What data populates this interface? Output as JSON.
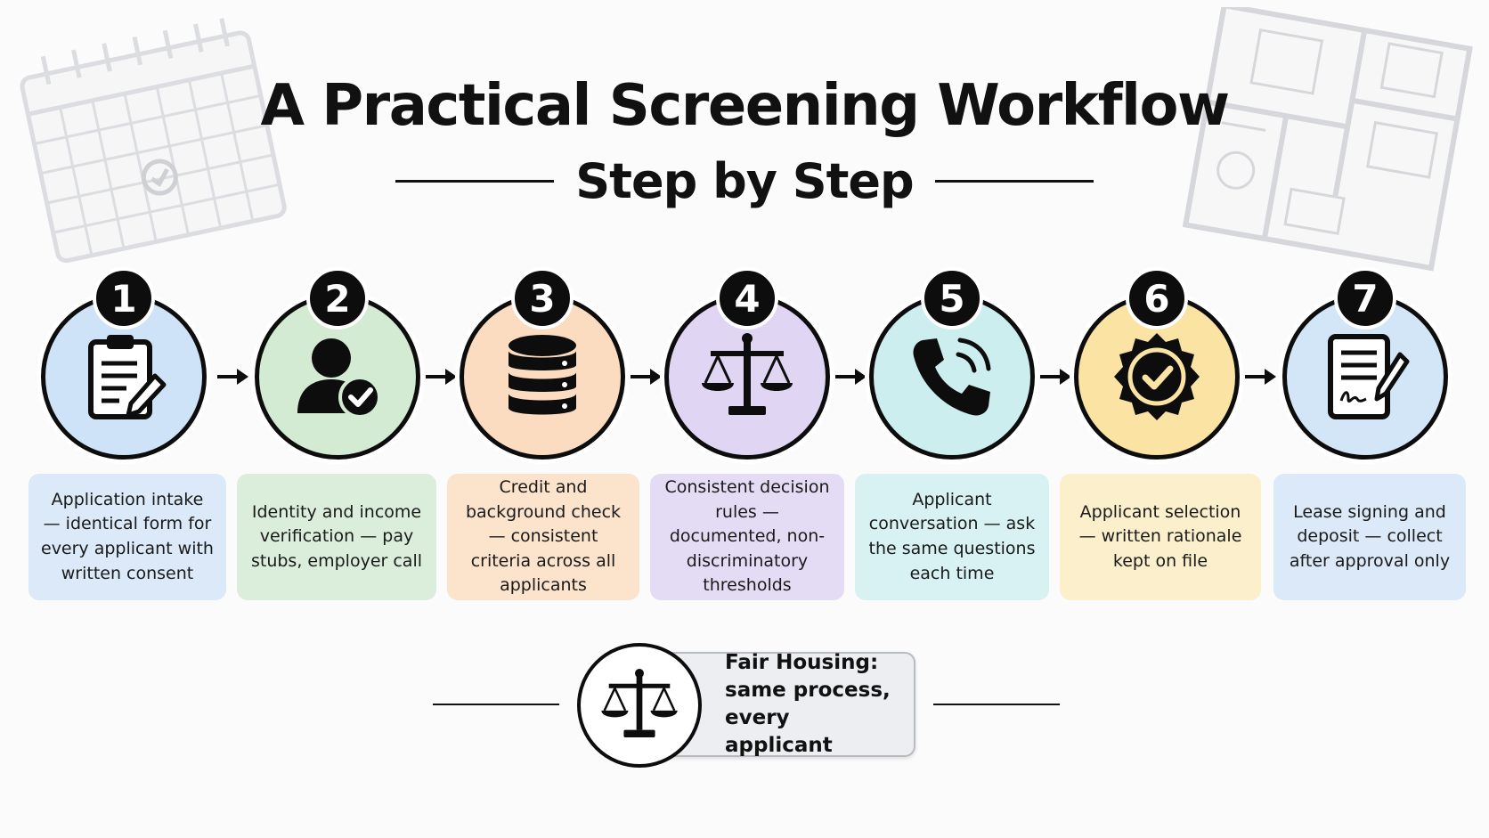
{
  "title": "A Practical Screening Workflow",
  "subtitle": "Step by Step",
  "steps": [
    {
      "number": "1",
      "icon": "clipboard-pencil-icon",
      "color": "#cfe3f8",
      "card_color": "#dbe9f8",
      "text": "Application intake — identical form for every applicant with written consent"
    },
    {
      "number": "2",
      "icon": "user-check-icon",
      "color": "#d3ebd3",
      "card_color": "#dbeedb",
      "text": "Identity and income verification — pay stubs, employer call"
    },
    {
      "number": "3",
      "icon": "database-icon",
      "color": "#fbdcc0",
      "card_color": "#fbe3cc",
      "text": "Credit and background check — consistent criteria across all applicants"
    },
    {
      "number": "4",
      "icon": "scales-icon",
      "color": "#e0d6f3",
      "card_color": "#e4dcf5",
      "text": "Consistent decision rules — documented, non-discriminatory thresholds"
    },
    {
      "number": "5",
      "icon": "phone-icon",
      "color": "#cdeeef",
      "card_color": "#d8f1f2",
      "text": "Applicant conversation — ask the same questions each time"
    },
    {
      "number": "6",
      "icon": "badge-check-icon",
      "color": "#fbe3a4",
      "card_color": "#fcefcc",
      "text": "Applicant selection — written rationale kept on file"
    },
    {
      "number": "7",
      "icon": "signed-document-icon",
      "color": "#d3e6f8",
      "card_color": "#dbe9f8",
      "text": "Lease signing and deposit — collect after approval only"
    }
  ],
  "fair_housing": {
    "icon": "scales-icon",
    "text": "Fair Housing: same process, every applicant"
  }
}
